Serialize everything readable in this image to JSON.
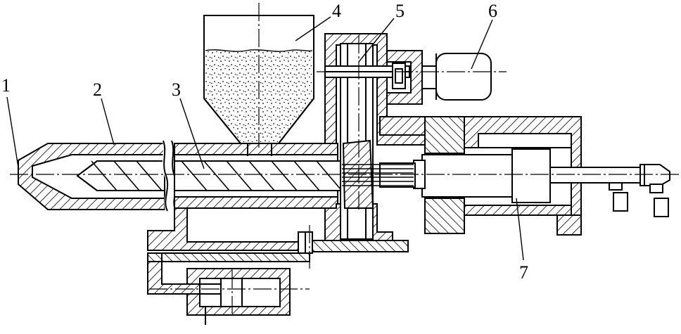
{
  "diagram": {
    "part_labels": [
      "1",
      "2",
      "3",
      "4",
      "5",
      "6",
      "7"
    ]
  },
  "colors": {
    "ink": "#000000",
    "paper": "#ffffff"
  }
}
